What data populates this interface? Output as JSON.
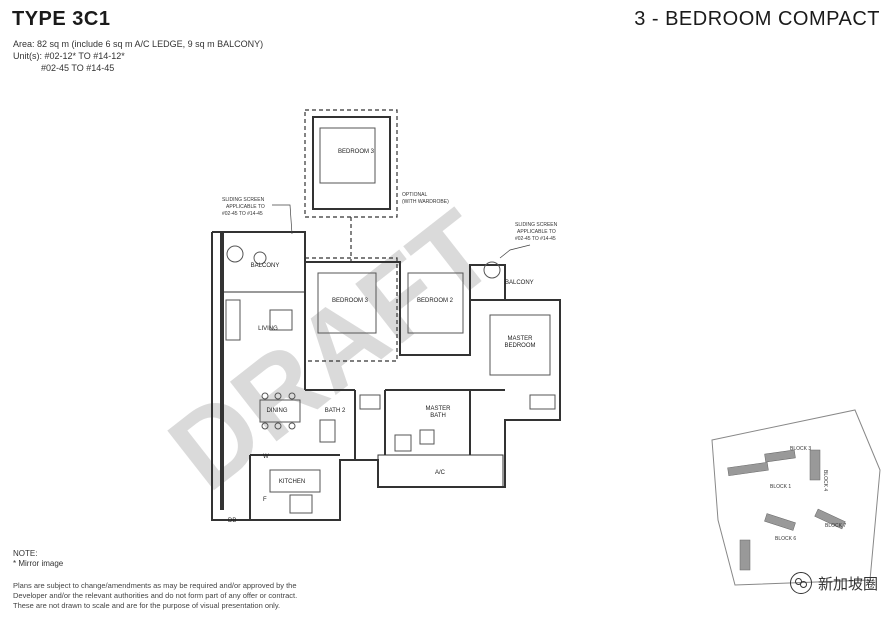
{
  "header": {
    "type_title": "TYPE 3C1",
    "category": "3 - BEDROOM COMPACT"
  },
  "specs": {
    "area": "Area: 82 sq m (include 6 sq m A/C LEDGE, 9 sq m BALCONY)",
    "units_line1": "Unit(s): #02-12* TO #14-12*",
    "units_line2": "#02-45 TO #14-45"
  },
  "plan": {
    "watermark": "DRAFT",
    "rooms": {
      "bedroom3_optional": "BEDROOM 3",
      "optional_note": "OPTIONAL",
      "optional_note2": "(WITH WARDROBE)",
      "balcony": "BALCONY",
      "living": "LIVING",
      "dining": "DINING",
      "kitchen": "KITCHEN",
      "bedroom3": "BEDROOM 3",
      "bedroom2": "BEDROOM 2",
      "master_bedroom1": "MASTER",
      "master_bedroom2": "BEDROOM",
      "bath2": "BATH 2",
      "master_bath1": "MASTER",
      "master_bath2": "BATH",
      "ac": "A/C",
      "ac_balcony": "BALCONY",
      "w": "W",
      "f": "F",
      "db": "DB"
    },
    "callouts": {
      "left_line1": "SLIDING SCREEN",
      "left_line2": "APPLICABLE TO",
      "left_line3": "#02-45 TO #14-45",
      "right_line1": "SLIDING SCREEN",
      "right_line2": "APPLICABLE TO",
      "right_line3": "#02-45 TO #14-45"
    }
  },
  "keyplan": {
    "blocks": [
      "BLOCK 1",
      "BLOCK 3",
      "BLOCK 4",
      "BLOCK 6",
      "BLOCK 7"
    ]
  },
  "notes": {
    "heading": "NOTE:",
    "mirror": "* Mirror image"
  },
  "disclaimer": {
    "line1": "Plans are subject to change/amendments as may be required and/or approved by the",
    "line2": "Developer and/or the relevant authorities and do not form part of any offer or contract.",
    "line3": "These are not drawn to scale and are for the purpose of visual presentation only."
  },
  "watermark_source": "新加坡圈"
}
